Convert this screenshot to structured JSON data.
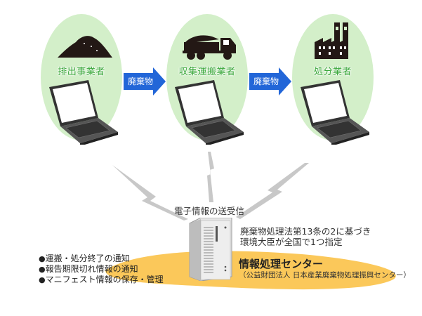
{
  "nodes": [
    {
      "id": "emitter",
      "label": "排出事業者",
      "icon": "waste-pile-icon"
    },
    {
      "id": "collector",
      "label": "収集運搬業者",
      "icon": "dump-truck-icon"
    },
    {
      "id": "processor",
      "label": "処分業者",
      "icon": "factory-icon"
    }
  ],
  "arrows": [
    {
      "label": "廃棄物"
    },
    {
      "label": "廃棄物"
    }
  ],
  "communication": {
    "label": "電子情報の送受信"
  },
  "center": {
    "law_line1": "廃棄物処理法第13条の2に基づき",
    "law_line2": "環境大臣が全国で1つ指定",
    "title": "情報処理センター",
    "subtitle": "（公益財団法人 日本産業廃棄物処理振興センター）"
  },
  "functions": [
    "運搬・処分終了の通知",
    "報告期限切れ情報の通知",
    "マニフェスト情報の保存・管理"
  ],
  "colors": {
    "ellipse": "#d3efc9",
    "label_green": "#3aa83a",
    "arrow_blue": "#2266d8",
    "highlight_orange": "#fbc85a",
    "bolt_gray": "#c8c8c8"
  }
}
